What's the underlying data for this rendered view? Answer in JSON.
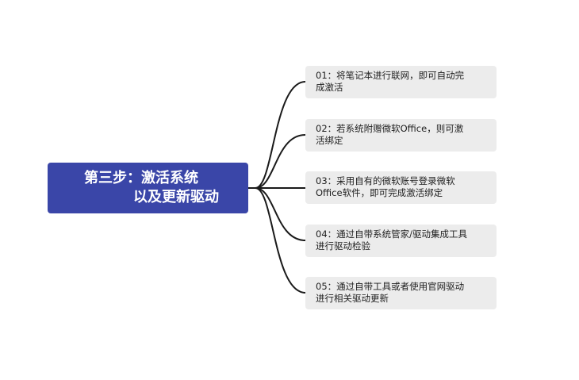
{
  "colors": {
    "root_fill": "#3a46a8",
    "root_text": "#ffffff",
    "branch_fill": "#ececec",
    "connector": "#1a1a1a"
  },
  "root": {
    "line1": "第三步：激活系统",
    "line2": "以及更新驱动"
  },
  "branches": [
    {
      "line1": "01：将笔记本进行联网，即可自动完",
      "line2": "成激活"
    },
    {
      "line1": "02：若系统附赠微软Office，则可激",
      "line2": "活绑定"
    },
    {
      "line1": "03：采用自有的微软账号登录微软",
      "line2": "Office软件，即可完成激活绑定"
    },
    {
      "line1": "04：通过自带系统管家/驱动集成工具",
      "line2": "进行驱动检验"
    },
    {
      "line1": "05：通过自带工具或者使用官网驱动",
      "line2": "进行相关驱动更新"
    }
  ]
}
